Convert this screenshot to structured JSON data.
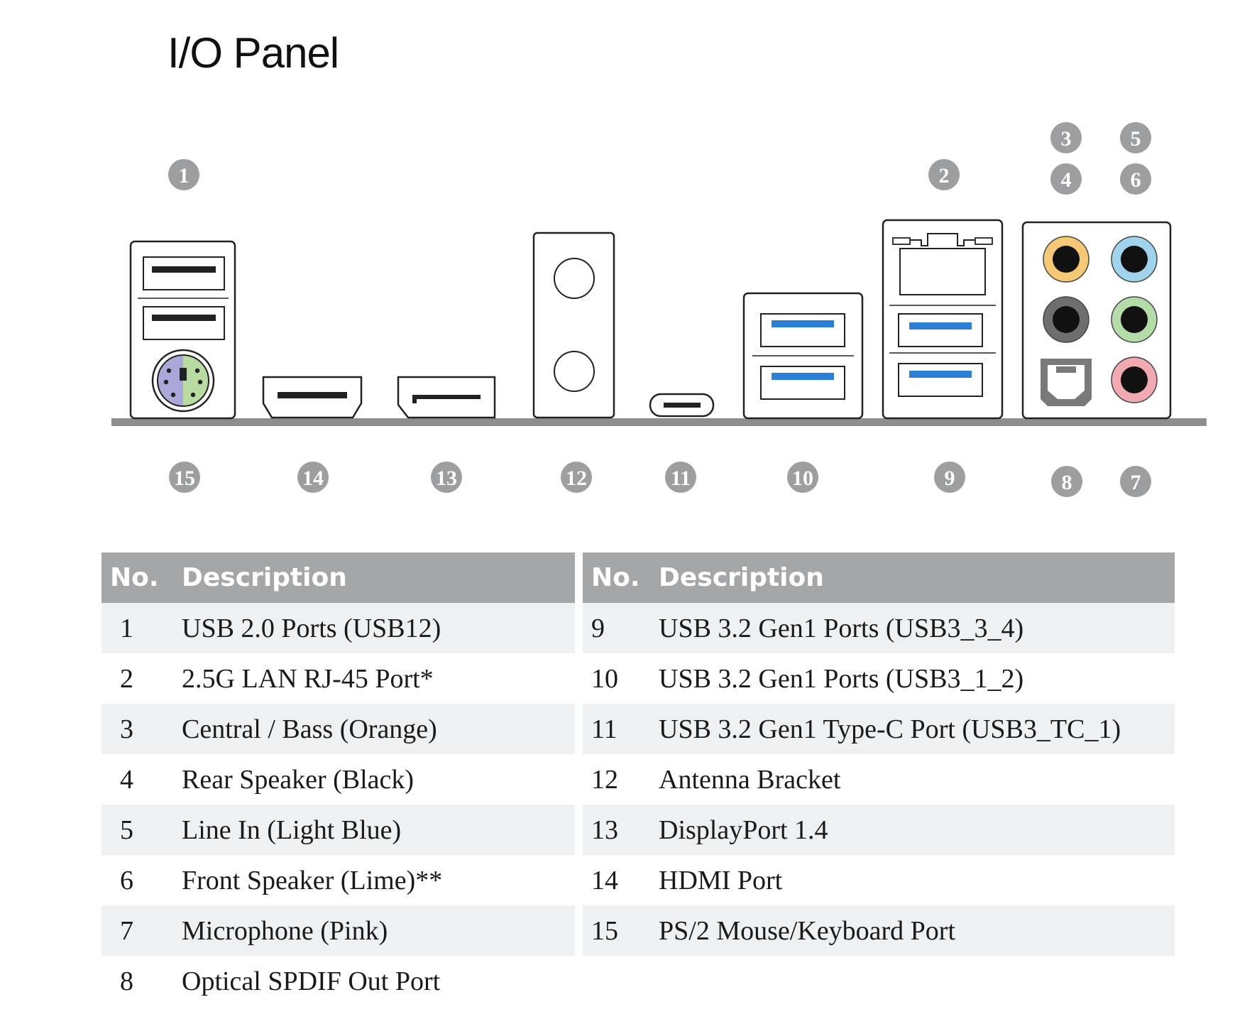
{
  "page": {
    "title": "I/O Panel"
  },
  "callouts": [
    "1",
    "2",
    "3",
    "4",
    "5",
    "6",
    "7",
    "8",
    "9",
    "10",
    "11",
    "12",
    "13",
    "14",
    "15"
  ],
  "colors": {
    "badge": "#9c9ea0",
    "bar": "#8c8e90",
    "header": "#a4a6a8",
    "usb3_blue": "#2b7fd6",
    "jack_orange": "#f4c874",
    "jack_light_blue": "#9fd4ec",
    "jack_lime": "#b4dca8",
    "jack_pink": "#f2aab2",
    "jack_black": "#6e6e6e",
    "ps2_purple": "#a9a8d9",
    "ps2_green": "#b8dba2"
  },
  "table_left": {
    "headers": {
      "no": "No.",
      "description": "Description"
    },
    "rows": [
      {
        "no": "1",
        "description": "USB 2.0 Ports (USB12)"
      },
      {
        "no": "2",
        "description": "2.5G LAN RJ-45 Port*"
      },
      {
        "no": "3",
        "description": "Central / Bass (Orange)"
      },
      {
        "no": "4",
        "description": "Rear Speaker (Black)"
      },
      {
        "no": "5",
        "description": "Line In (Light Blue)"
      },
      {
        "no": "6",
        "description": "Front Speaker (Lime)**"
      },
      {
        "no": "7",
        "description": "Microphone (Pink)"
      },
      {
        "no": "8",
        "description": "Optical SPDIF Out Port"
      }
    ]
  },
  "table_right": {
    "headers": {
      "no": "No.",
      "description": "Description"
    },
    "rows": [
      {
        "no": "9",
        "description": "USB 3.2 Gen1 Ports (USB3_3_4)"
      },
      {
        "no": "10",
        "description": "USB 3.2 Gen1 Ports (USB3_1_2)"
      },
      {
        "no": "11",
        "description": "USB 3.2 Gen1 Type-C Port (USB3_TC_1)"
      },
      {
        "no": "12",
        "description": "Antenna Bracket"
      },
      {
        "no": "13",
        "description": "DisplayPort 1.4"
      },
      {
        "no": "14",
        "description": "HDMI Port"
      },
      {
        "no": "15",
        "description": "PS/2 Mouse/Keyboard Port"
      }
    ]
  }
}
